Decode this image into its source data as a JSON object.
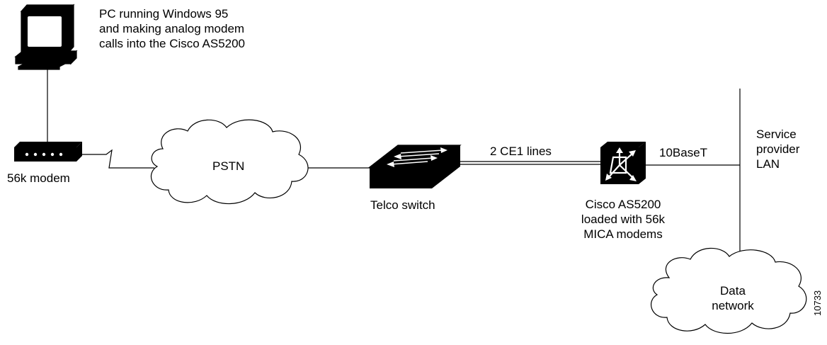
{
  "labels": {
    "pc": [
      "PC running Windows 95",
      "and making analog modem",
      "calls into the Cisco AS5200"
    ],
    "modem": "56k modem",
    "pstn": "PSTN",
    "telco_switch": "Telco switch",
    "ce1": "2 CE1 lines",
    "access_server": [
      "Cisco AS5200",
      "loaded with 56k",
      "MICA modems"
    ],
    "ethernet": "10BaseT",
    "lan": [
      "Service",
      "provider",
      "LAN"
    ],
    "data_network": [
      "Data",
      "network"
    ],
    "figure_id": "10733"
  },
  "icons": {
    "pc": "pc-icon",
    "modem": "modem-icon",
    "pstn": "cloud-icon",
    "telco_switch": "switch-icon",
    "access_server": "access-server-icon",
    "data_network": "cloud-icon"
  },
  "colors": {
    "ink": "#000000",
    "paper": "#ffffff"
  }
}
